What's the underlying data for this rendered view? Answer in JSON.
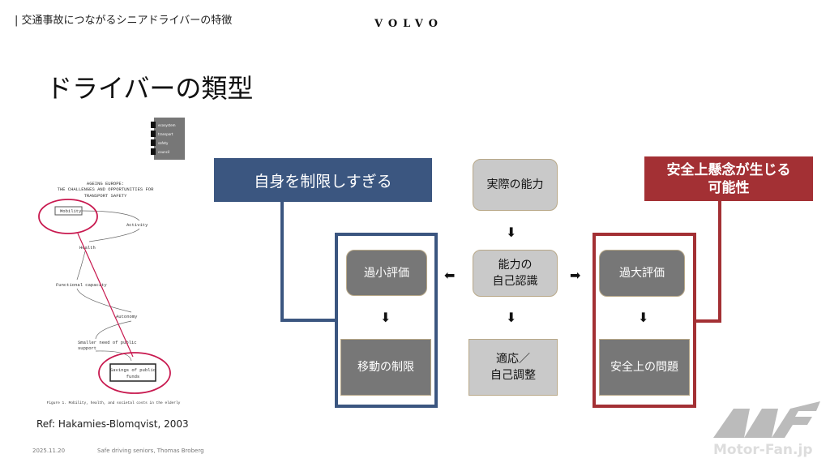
{
  "header": {
    "section": "| 交通事故につながるシニアドライバーの特徴",
    "brand": "VOLVO"
  },
  "page_title": "ドライバーの類型",
  "figure": {
    "legend": [
      "ecosystem",
      "transport",
      "safety",
      "council"
    ],
    "title_lines": [
      "AGEING EUROPE:",
      "THE CHALLENGES AND OPPORTUNITIES FOR",
      "TRANSPORT SAFETY"
    ],
    "nodes": [
      "Mobility",
      "Activity",
      "Health",
      "Functional capacity",
      "Autonomy",
      "Smaller need of public",
      "support",
      "Savings of public",
      "funds"
    ],
    "caption": "Figure 1. Mobility, health, and societal costs in the elderly"
  },
  "diagram": {
    "left_label": "自身を制限しすぎる",
    "right_label": "安全上懸念が生じる\n可能性",
    "center": [
      "実際の能力",
      "能力の\n自己認識",
      "適応／\n自己調整"
    ],
    "left": [
      "過小評価",
      "移動の制限"
    ],
    "right": [
      "過大評価",
      "安全上の問題"
    ],
    "arrow_down": "⬇",
    "arrow_left": "⬅",
    "arrow_right": "➡",
    "colors": {
      "blue": "#3b5680",
      "red": "#a33034",
      "dark_box": "#777777",
      "light_box": "#c9c9c9"
    }
  },
  "reference": "Ref: Hakamies-Blomqvist, 2003",
  "footer": {
    "date": "2025.11.20",
    "note": "Safe driving seniors, Thomas Broberg"
  },
  "watermark": "Motor-Fan.jp"
}
